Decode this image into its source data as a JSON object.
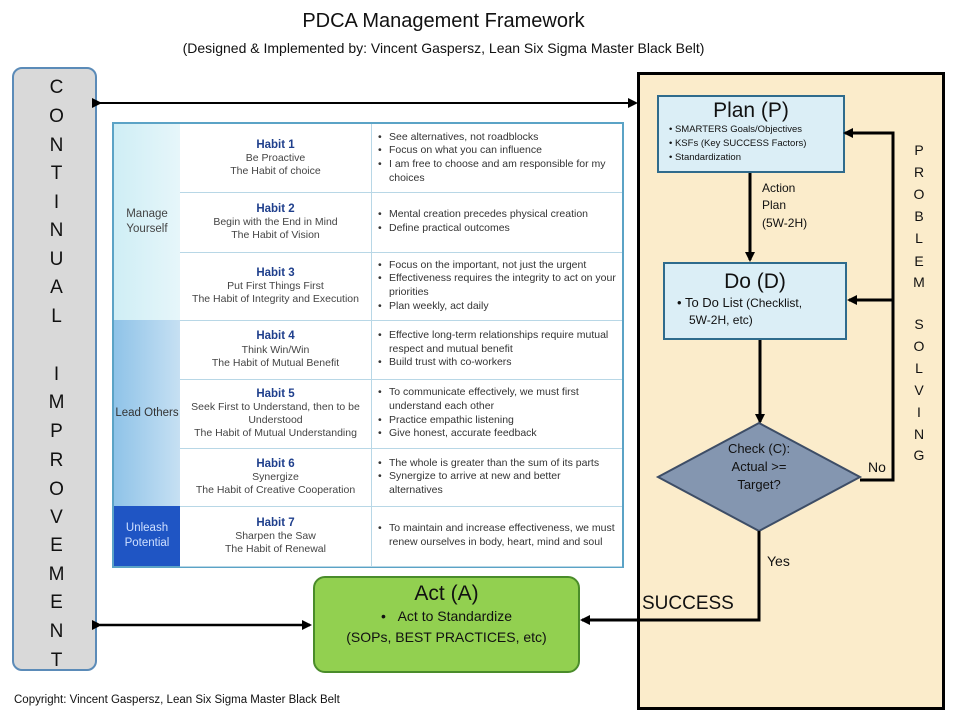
{
  "header": {
    "title": "PDCA Management Framework",
    "subtitle": "(Designed & Implemented by: Vincent Gaspersz, Lean Six Sigma Master Black Belt)"
  },
  "continual_improvement": {
    "letters": [
      "C",
      "O",
      "N",
      "T",
      "I",
      "N",
      "U",
      "A",
      "L",
      "",
      "I",
      "M",
      "P",
      "R",
      "O",
      "V",
      "E",
      "M",
      "E",
      "N",
      "T"
    ]
  },
  "problem_solving": {
    "letters": [
      "P",
      "R",
      "O",
      "B",
      "L",
      "E",
      "M",
      "",
      "S",
      "O",
      "L",
      "V",
      "I",
      "N",
      "G"
    ]
  },
  "habits_table": {
    "categories": [
      {
        "label": "Manage Yourself"
      },
      {
        "label": "Lead Others"
      },
      {
        "label": "Unleash Potential"
      }
    ],
    "rows": [
      {
        "name": "Habit 1",
        "line1": "Be Proactive",
        "line2": "The Habit of choice",
        "bullets": [
          "See alternatives, not roadblocks",
          "Focus on what you can influence",
          "I am free to choose and am responsible for my choices"
        ]
      },
      {
        "name": "Habit 2",
        "line1": "Begin with the End in Mind",
        "line2": "The Habit of Vision",
        "bullets": [
          "Mental creation precedes physical creation",
          "Define practical outcomes"
        ]
      },
      {
        "name": "Habit 3",
        "line1": "Put First Things First",
        "line2": "The Habit of Integrity and Execution",
        "bullets": [
          "Focus on the important, not just the urgent",
          "Effectiveness requires the integrity to act on your priorities",
          "Plan weekly, act daily"
        ]
      },
      {
        "name": "Habit 4",
        "line1": "Think Win/Win",
        "line2": "The Habit of Mutual Benefit",
        "bullets": [
          "Effective long-term relationships require mutual respect and mutual benefit",
          "Build trust with co-workers"
        ]
      },
      {
        "name": "Habit 5",
        "line1": "Seek First to Understand, then to be Understood",
        "line2": "The Habit of Mutual Understanding",
        "bullets": [
          "To communicate effectively, we must first understand each other",
          "Practice empathic listening",
          "Give honest, accurate feedback"
        ]
      },
      {
        "name": "Habit 6",
        "line1": "Synergize",
        "line2": "The Habit of Creative Cooperation",
        "bullets": [
          "The whole is greater than the sum of its parts",
          "Synergize to arrive at new and better alternatives"
        ]
      },
      {
        "name": "Habit 7",
        "line1": "Sharpen the Saw",
        "line2": "The Habit of Renewal",
        "bullets": [
          "To maintain and increase effectiveness, we must renew ourselves in body, heart, mind and soul"
        ]
      }
    ]
  },
  "plan": {
    "title": "Plan (P)",
    "bullets": [
      "SMARTERS Goals/Objectives",
      "KSFs (Key SUCCESS Factors)",
      "Standardization"
    ]
  },
  "action_plan": {
    "line1": "Action",
    "line2": "Plan",
    "line3": "(5W-2H)"
  },
  "do": {
    "title": "Do (D)",
    "bullet_main": "To Do List",
    "bullet_rest": " (Checklist,",
    "bullet_line2": "5W-2H, etc)"
  },
  "check": {
    "line1": "Check (C):",
    "line2": "Actual >=",
    "line3": "Target?"
  },
  "labels": {
    "no": "No",
    "yes": "Yes",
    "success": "SUCCESS"
  },
  "act": {
    "title": "Act (A)",
    "bullet": "Act to Standardize",
    "line2": "(SOPs, BEST PRACTICES, etc)"
  },
  "footer": {
    "copyright": "Copyright: Vincent Gaspersz, Lean Six Sigma Master Black Belt"
  },
  "colors": {
    "act_green": "#92d050",
    "beige": "#fbeccb",
    "box_blue": "#dbeef6",
    "diamond": "#8496b0"
  }
}
